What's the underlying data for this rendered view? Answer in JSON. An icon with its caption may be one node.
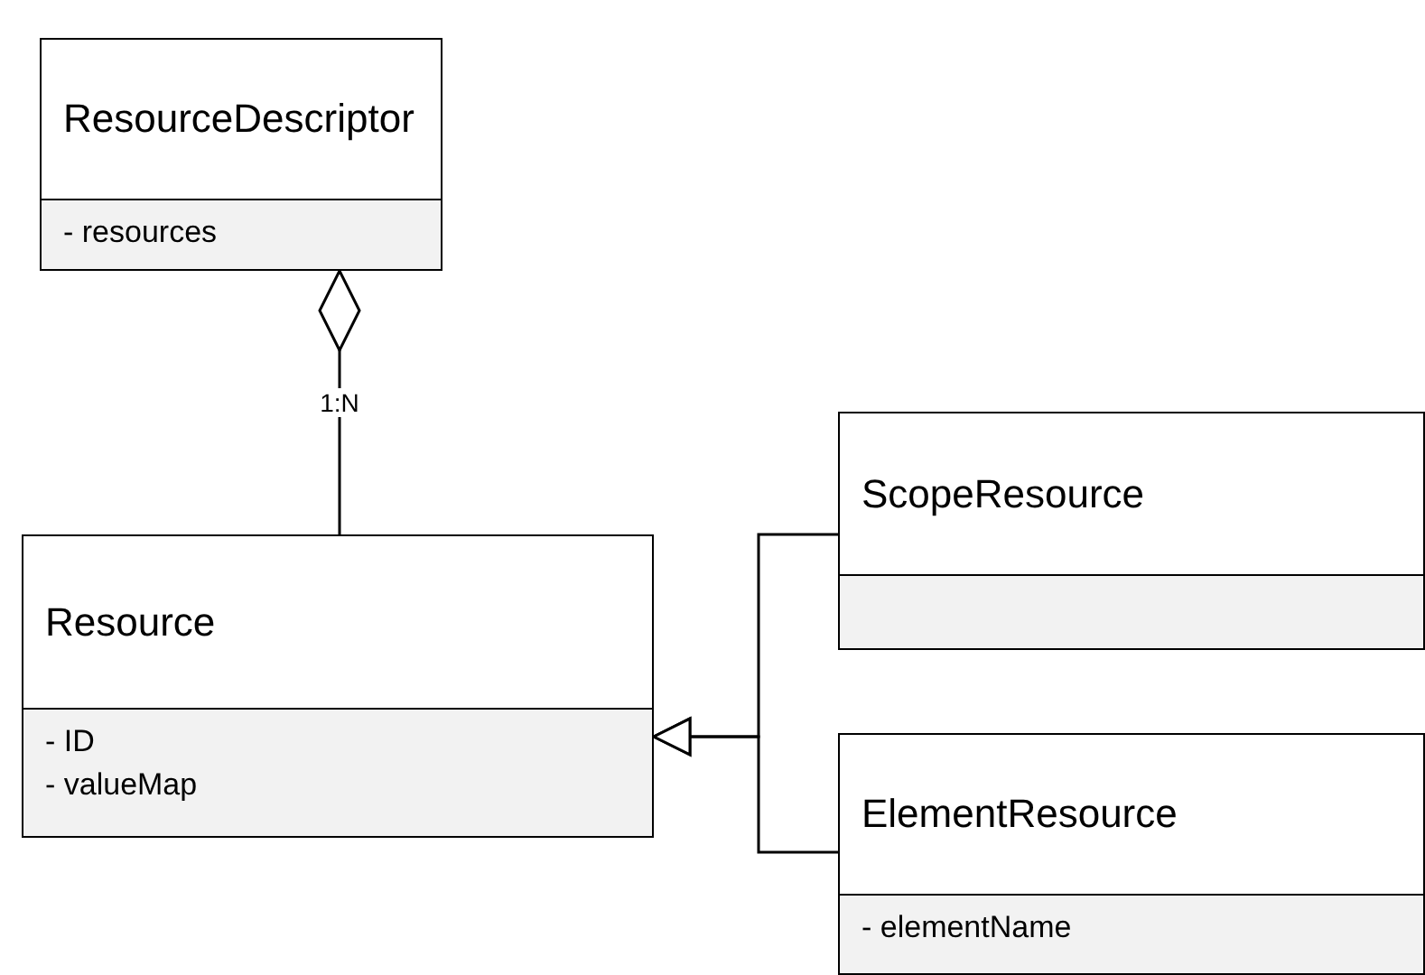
{
  "diagram": {
    "nodes": [
      {
        "text": [
          "ResourceDescriptor",
          "- resources"
        ]
      },
      {
        "text": [
          "Resource",
          "- ID",
          "- valueMap"
        ]
      },
      {
        "text": [
          "ScopeResource"
        ]
      },
      {
        "text": [
          "ElementResource",
          "- elementName"
        ]
      }
    ],
    "edges": [
      {
        "from": 1,
        "to": 0,
        "arrow": "other",
        "label": "1:N"
      },
      {
        "from": 2,
        "to": 1,
        "arrow": "to"
      },
      {
        "from": 3,
        "to": 1,
        "arrow": "to"
      }
    ]
  }
}
